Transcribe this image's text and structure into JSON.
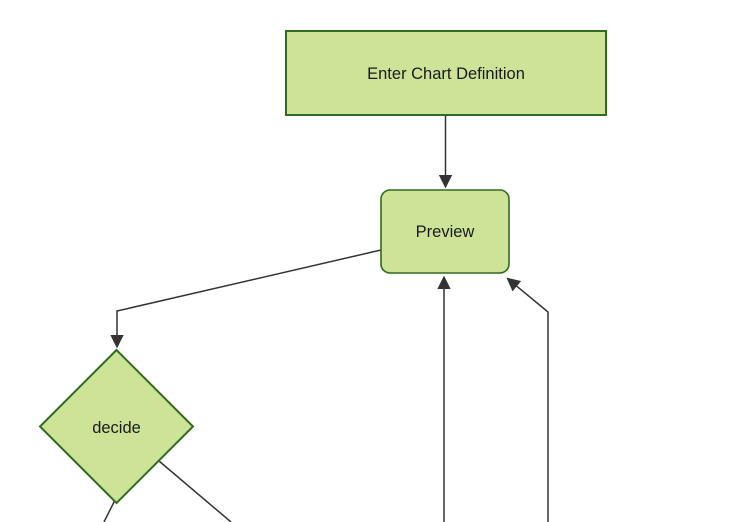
{
  "diagram": {
    "type": "flowchart",
    "colors": {
      "node_fill": "#cde498",
      "node_stroke": "#2f6c1f",
      "edge": "#333333",
      "text": "#1a1a1a",
      "background": "#ffffff"
    },
    "nodes": [
      {
        "id": "enter-chart-definition",
        "shape": "rectangle",
        "label": "Enter Chart Definition"
      },
      {
        "id": "preview",
        "shape": "rounded-rectangle",
        "label": "Preview"
      },
      {
        "id": "decide",
        "shape": "diamond",
        "label": "decide"
      }
    ],
    "edges": [
      {
        "from": "enter-chart-definition",
        "to": "preview",
        "arrowhead": true
      },
      {
        "from": "preview",
        "to": "decide",
        "arrowhead": true
      },
      {
        "from": "offscreen-bottom",
        "to": "preview",
        "arrowhead": true
      },
      {
        "from": "offscreen-bottom-right",
        "to": "preview",
        "arrowhead": true
      },
      {
        "from": "decide",
        "to": "offscreen-bottom-left",
        "arrowhead": false
      },
      {
        "from": "decide",
        "to": "offscreen-bottom-right",
        "arrowhead": false
      }
    ]
  }
}
